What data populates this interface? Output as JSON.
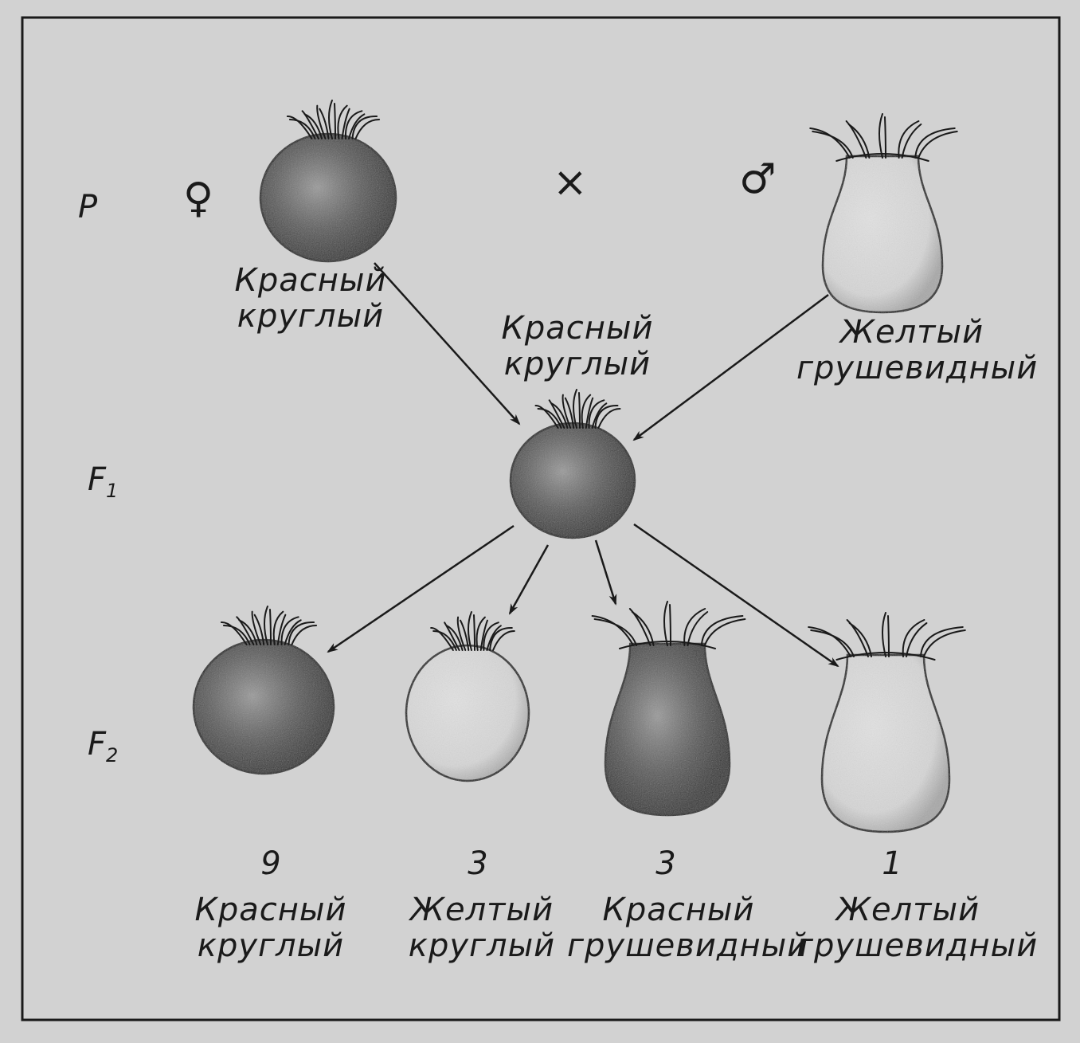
{
  "generations": {
    "p": "P",
    "f1": {
      "letter": "F",
      "index": "1"
    },
    "f2": {
      "letter": "F",
      "index": "2"
    }
  },
  "symbols": {
    "female": "♀",
    "cross": "×",
    "male": "♂"
  },
  "parents": {
    "female": {
      "line1": "Красный",
      "line2": "круглый",
      "color": "red",
      "shape": "round"
    },
    "male": {
      "line1": "Желтый",
      "line2": "грушевидный",
      "color": "yellow",
      "shape": "pear"
    }
  },
  "f1": {
    "line1": "Красный",
    "line2": "круглый",
    "color": "red",
    "shape": "round"
  },
  "f2": [
    {
      "ratio": "9",
      "line1": "Красный",
      "line2": "круглый",
      "color": "red",
      "shape": "round"
    },
    {
      "ratio": "3",
      "line1": "Желтый",
      "line2": "круглый",
      "color": "yellow",
      "shape": "round"
    },
    {
      "ratio": "3",
      "line1": "Красный",
      "line2": "грушевидный",
      "color": "red",
      "shape": "pear"
    },
    {
      "ratio": "1",
      "line1": "Желтый",
      "line2": "грушевидный",
      "color": "yellow",
      "shape": "pear"
    }
  ],
  "colors": {
    "ink": "#1a1a1a",
    "paper": "#d2d2d2",
    "dark_fruit": "#4a4a4a",
    "light_fruit": "#dcdcdc"
  }
}
